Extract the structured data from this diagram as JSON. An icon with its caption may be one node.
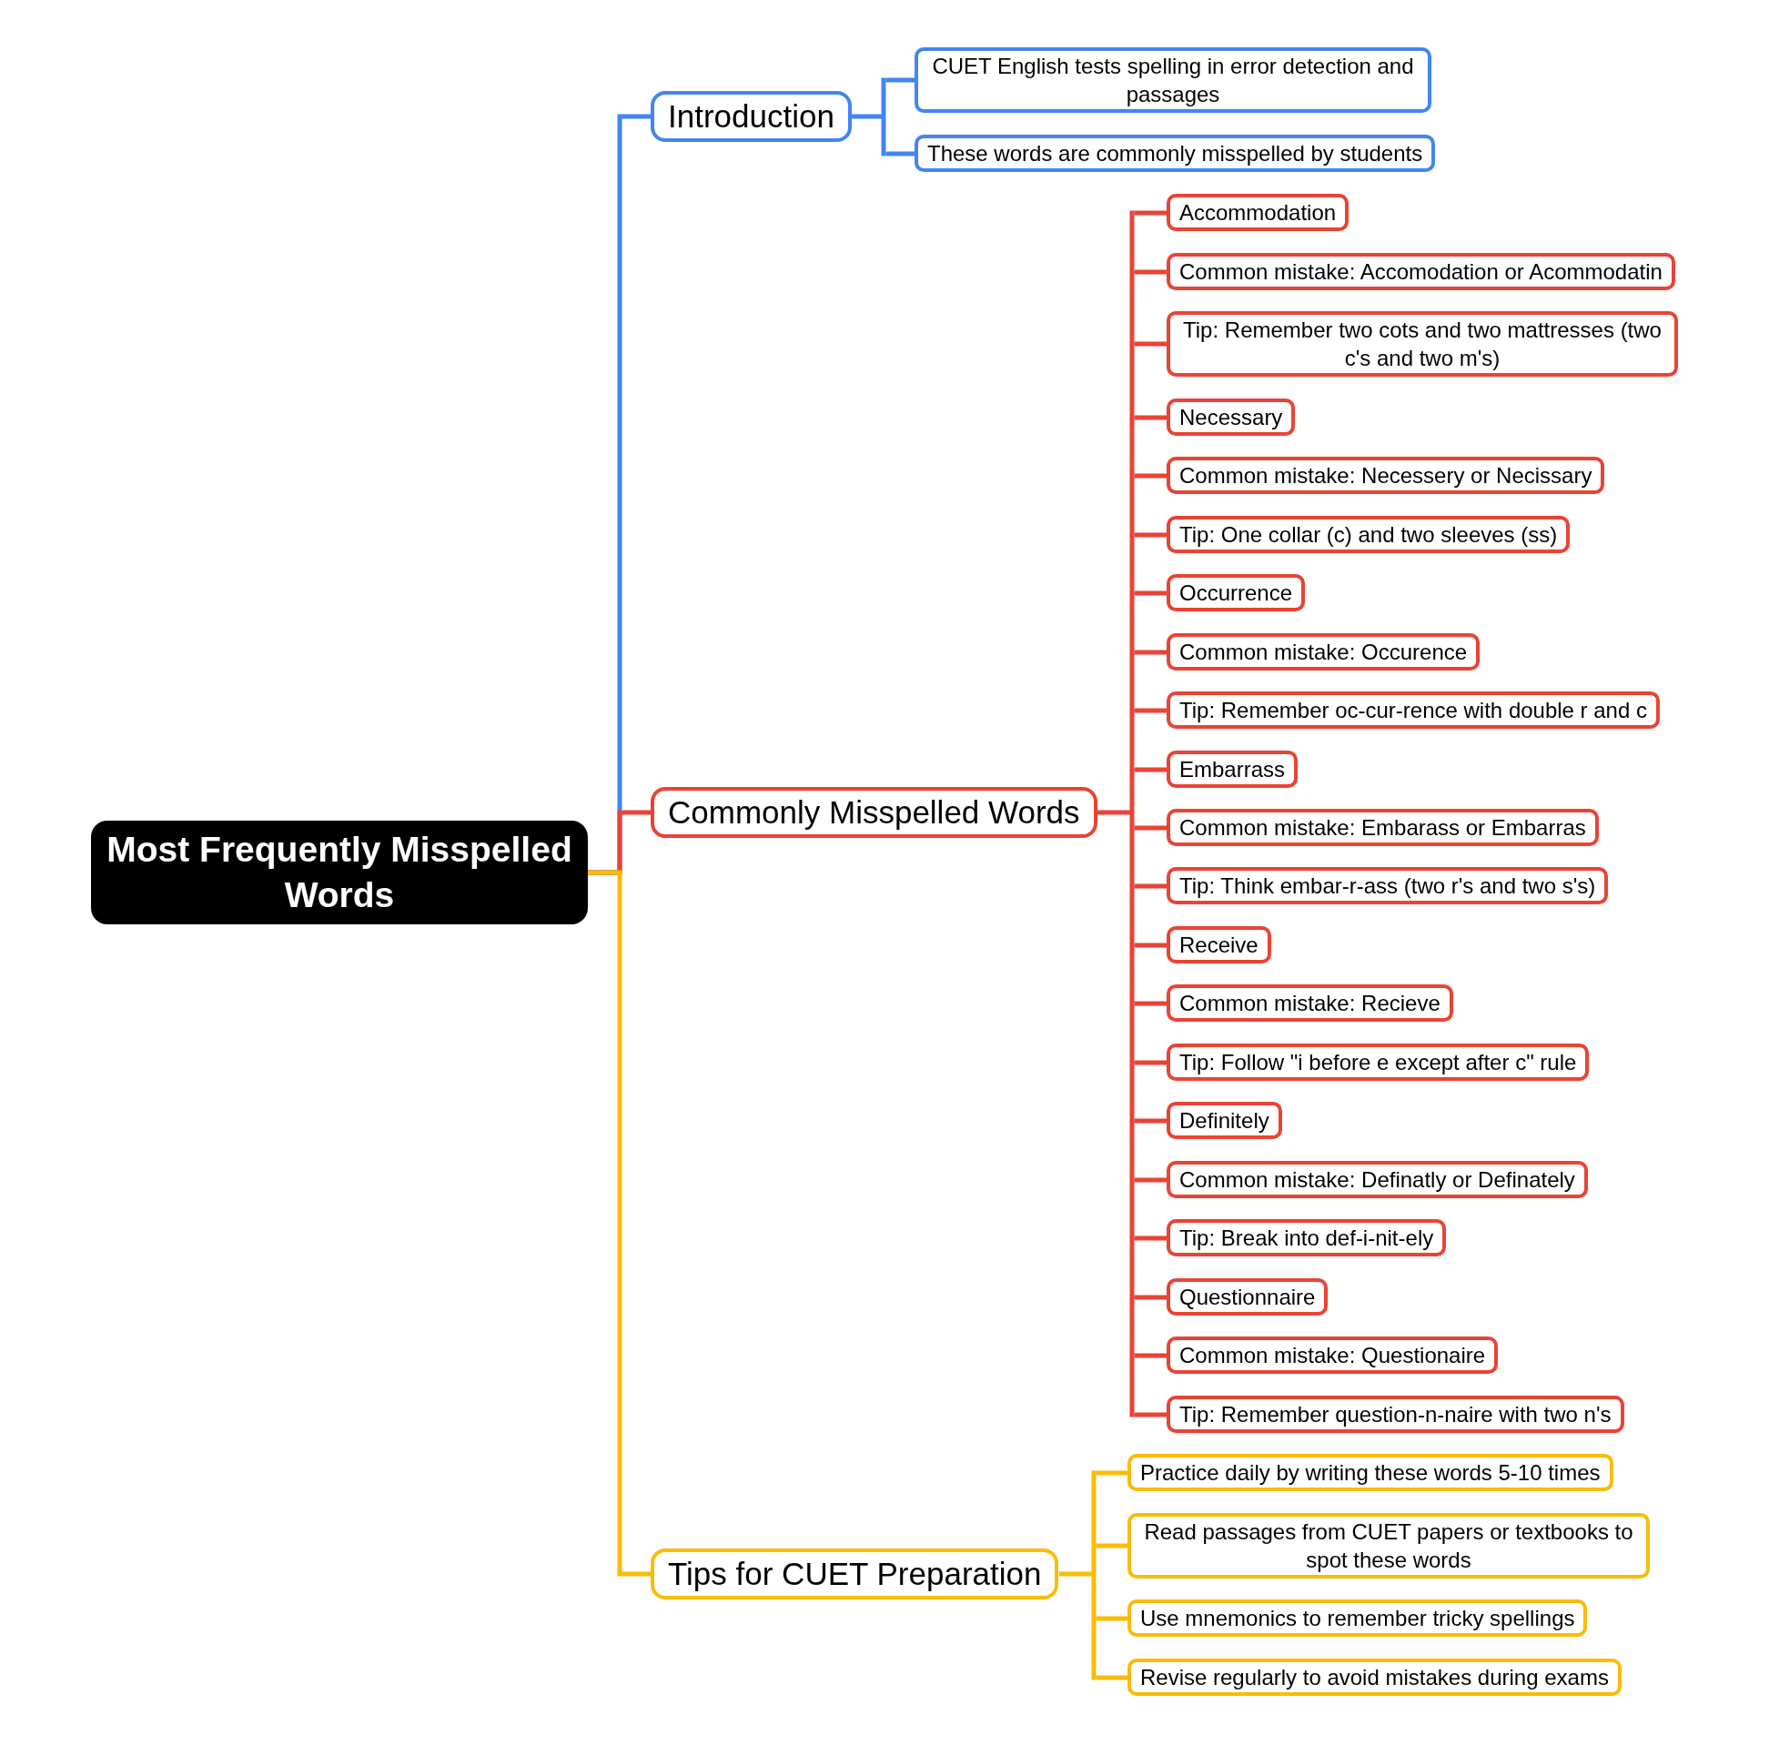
{
  "diagram": {
    "nodes": [
      {
        "text": [
          "Most Frequently Misspelled Words"
        ]
      },
      {
        "text": [
          "Introduction"
        ]
      },
      {
        "text": [
          "CUET English tests spelling in error detection and passages"
        ]
      },
      {
        "text": [
          "These words are commonly misspelled by students"
        ]
      },
      {
        "text": [
          "Commonly Misspelled Words"
        ]
      },
      {
        "text": [
          "Accommodation"
        ]
      },
      {
        "text": [
          "Common mistake: Accomodation or Acommodatin"
        ]
      },
      {
        "text": [
          "Tip: Remember two cots and two mattresses (two c's and two m's)"
        ]
      },
      {
        "text": [
          "Necessary"
        ]
      },
      {
        "text": [
          "Common mistake: Necessery or Necissary"
        ]
      },
      {
        "text": [
          "Tip: One collar (c) and two sleeves (ss)"
        ]
      },
      {
        "text": [
          "Occurrence"
        ]
      },
      {
        "text": [
          "Common mistake: Occurence"
        ]
      },
      {
        "text": [
          "Tip: Remember oc-cur-rence with double r and c"
        ]
      },
      {
        "text": [
          "Embarrass"
        ]
      },
      {
        "text": [
          "Common mistake: Embarass or Embarras"
        ]
      },
      {
        "text": [
          "Tip: Think embar-r-ass (two r's and two s's)"
        ]
      },
      {
        "text": [
          "Receive"
        ]
      },
      {
        "text": [
          "Common mistake: Recieve"
        ]
      },
      {
        "text": [
          "Tip: Follow \"i before e except after c\" rule"
        ]
      },
      {
        "text": [
          "Definitely"
        ]
      },
      {
        "text": [
          "Common mistake: Definatly or Definately"
        ]
      },
      {
        "text": [
          "Tip: Break into def-i-nit-ely"
        ]
      },
      {
        "text": [
          "Questionnaire"
        ]
      },
      {
        "text": [
          "Common mistake: Questionaire"
        ]
      },
      {
        "text": [
          "Tip: Remember question-n-naire with two n's"
        ]
      },
      {
        "text": [
          "Tips for CUET Preparation"
        ]
      },
      {
        "text": [
          "Practice daily by writing these words 5-10 times"
        ]
      },
      {
        "text": [
          "Read passages from CUET papers or textbooks to spot these words"
        ]
      },
      {
        "text": [
          "Use mnemonics to remember tricky spellings"
        ]
      },
      {
        "text": [
          "Revise regularly to avoid mistakes during exams"
        ]
      }
    ],
    "edges": [
      {
        "from": 0,
        "to": 1,
        "arrow": "none",
        "color": "#4285f4"
      },
      {
        "from": 1,
        "to": 2,
        "arrow": "none",
        "color": "#4285f4"
      },
      {
        "from": 1,
        "to": 3,
        "arrow": "none",
        "color": "#4285f4"
      },
      {
        "from": 0,
        "to": 4,
        "arrow": "none"
      },
      {
        "from": 4,
        "to": 5,
        "arrow": "none"
      },
      {
        "from": 4,
        "to": 6,
        "arrow": "none"
      },
      {
        "from": 4,
        "to": 7,
        "arrow": "none"
      },
      {
        "from": 4,
        "to": 8,
        "arrow": "none"
      },
      {
        "from": 4,
        "to": 9,
        "arrow": "none"
      },
      {
        "from": 4,
        "to": 10,
        "arrow": "none"
      },
      {
        "from": 4,
        "to": 11,
        "arrow": "none"
      },
      {
        "from": 4,
        "to": 12,
        "arrow": "none"
      },
      {
        "from": 4,
        "to": 13,
        "arrow": "none"
      },
      {
        "from": 4,
        "to": 14,
        "arrow": "none"
      },
      {
        "from": 4,
        "to": 15,
        "arrow": "none"
      },
      {
        "from": 4,
        "to": 16,
        "arrow": "none"
      },
      {
        "from": 4,
        "to": 17,
        "arrow": "none"
      },
      {
        "from": 4,
        "to": 18,
        "arrow": "none"
      },
      {
        "from": 4,
        "to": 19,
        "arrow": "none"
      },
      {
        "from": 4,
        "to": 20,
        "arrow": "none"
      },
      {
        "from": 4,
        "to": 21,
        "arrow": "none"
      },
      {
        "from": 4,
        "to": 22,
        "arrow": "none"
      },
      {
        "from": 4,
        "to": 23,
        "arrow": "none"
      },
      {
        "from": 4,
        "to": 24,
        "arrow": "none"
      },
      {
        "from": 4,
        "to": 25,
        "arrow": "none"
      },
      {
        "from": 0,
        "to": 26,
        "arrow": "none",
        "color": "#fbbc04"
      },
      {
        "from": 26,
        "to": 27,
        "arrow": "none",
        "color": "#fbbc04"
      },
      {
        "from": 26,
        "to": 28,
        "arrow": "none",
        "color": "#fbbc04"
      },
      {
        "from": 26,
        "to": 29,
        "arrow": "none",
        "color": "#fbbc04"
      },
      {
        "from": 26,
        "to": 30,
        "arrow": "none",
        "color": "#fbbc04"
      }
    ]
  }
}
